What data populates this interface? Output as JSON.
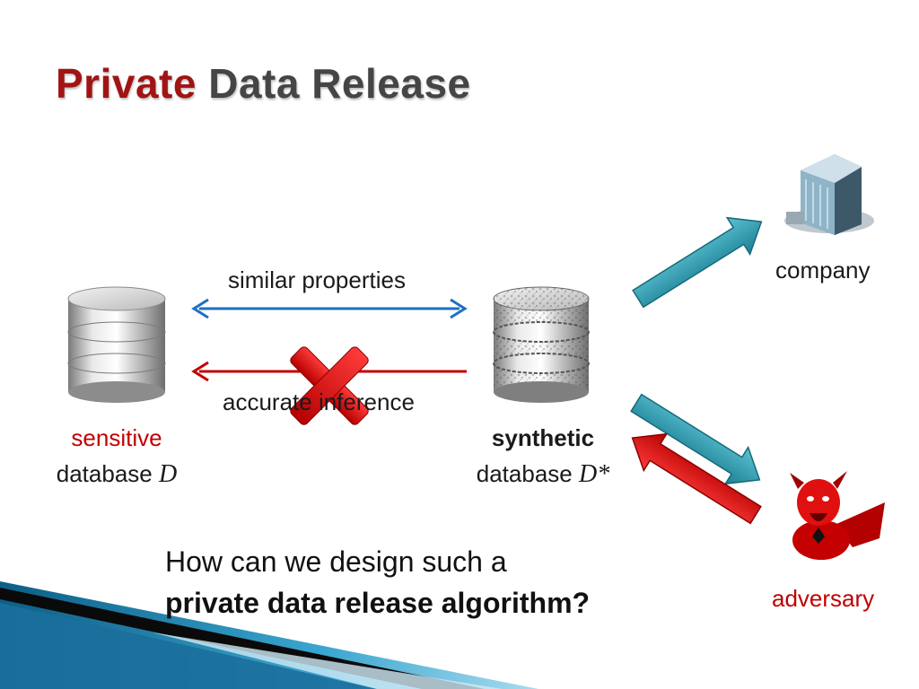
{
  "slide": {
    "title_part1": "Private",
    "title_part2": "Data Release",
    "title_part1_color": "#a11414",
    "title_part2_color": "#454545"
  },
  "diagram": {
    "similar_label": "similar properties",
    "inference_label": "accurate inference",
    "sensitive_label": "sensitive",
    "sensitive_db_label": "database",
    "sensitive_db_symbol": "D",
    "synthetic_label": "synthetic",
    "synthetic_db_label": "database",
    "synthetic_db_symbol": "D*",
    "company_label": "company",
    "adversary_label": "adversary",
    "icons": [
      "database-icon",
      "noisy-database-icon",
      "office-building-icon",
      "devil-icon",
      "cross-mark-icon"
    ],
    "colors": {
      "blue_arrow": "#1f6fc2",
      "red_arrow": "#c00000",
      "teal_arrow": "#2a9bb0",
      "red_text": "#c00000"
    }
  },
  "question": {
    "line1": "How can we design such a",
    "line2": "private data release algorithm?"
  }
}
